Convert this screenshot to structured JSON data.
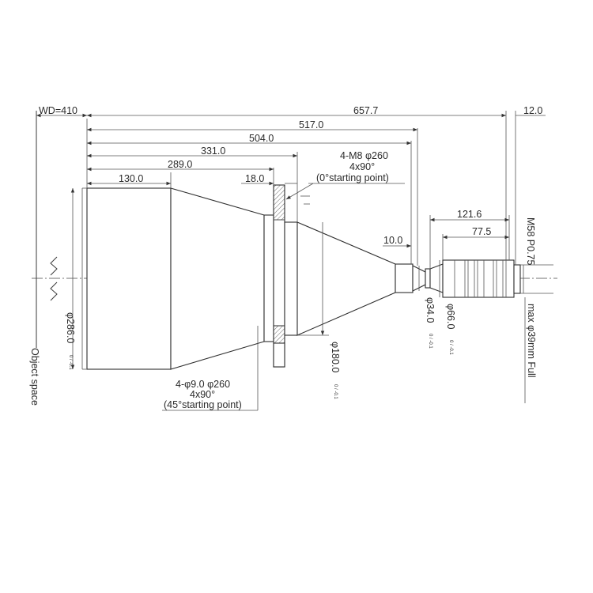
{
  "dims": {
    "wd": "WD=410",
    "total": "657.7",
    "back": "12.0",
    "d517": "517.0",
    "d504": "504.0",
    "d331": "331.0",
    "d289": "289.0",
    "d130": "130.0",
    "d18": "18.0",
    "d10": "10.0",
    "d121": "121.6",
    "d77": "77.5"
  },
  "notes": {
    "holes_top_l1": "4-M8 φ260",
    "holes_top_l2": "4x90°",
    "holes_top_l3": "(0°starting point)",
    "holes_bot_l1": "4-φ9.0  φ260",
    "holes_bot_l2": "4x90°",
    "holes_bot_l3": "(45°starting point)"
  },
  "diameters": {
    "d286": "φ286.0",
    "d286_tol": "0 / -0.1",
    "d180": "φ180.0",
    "d180_tol": "0 / -0.1",
    "d34": "φ34.0",
    "d34_tol": "0 / -0.1",
    "d66": "φ66.0",
    "d66_tol": "0 / -0.1"
  },
  "labels": {
    "thread": "M58 P0.75",
    "sensor": "max φ39mm Full",
    "object_space": "Object space"
  }
}
